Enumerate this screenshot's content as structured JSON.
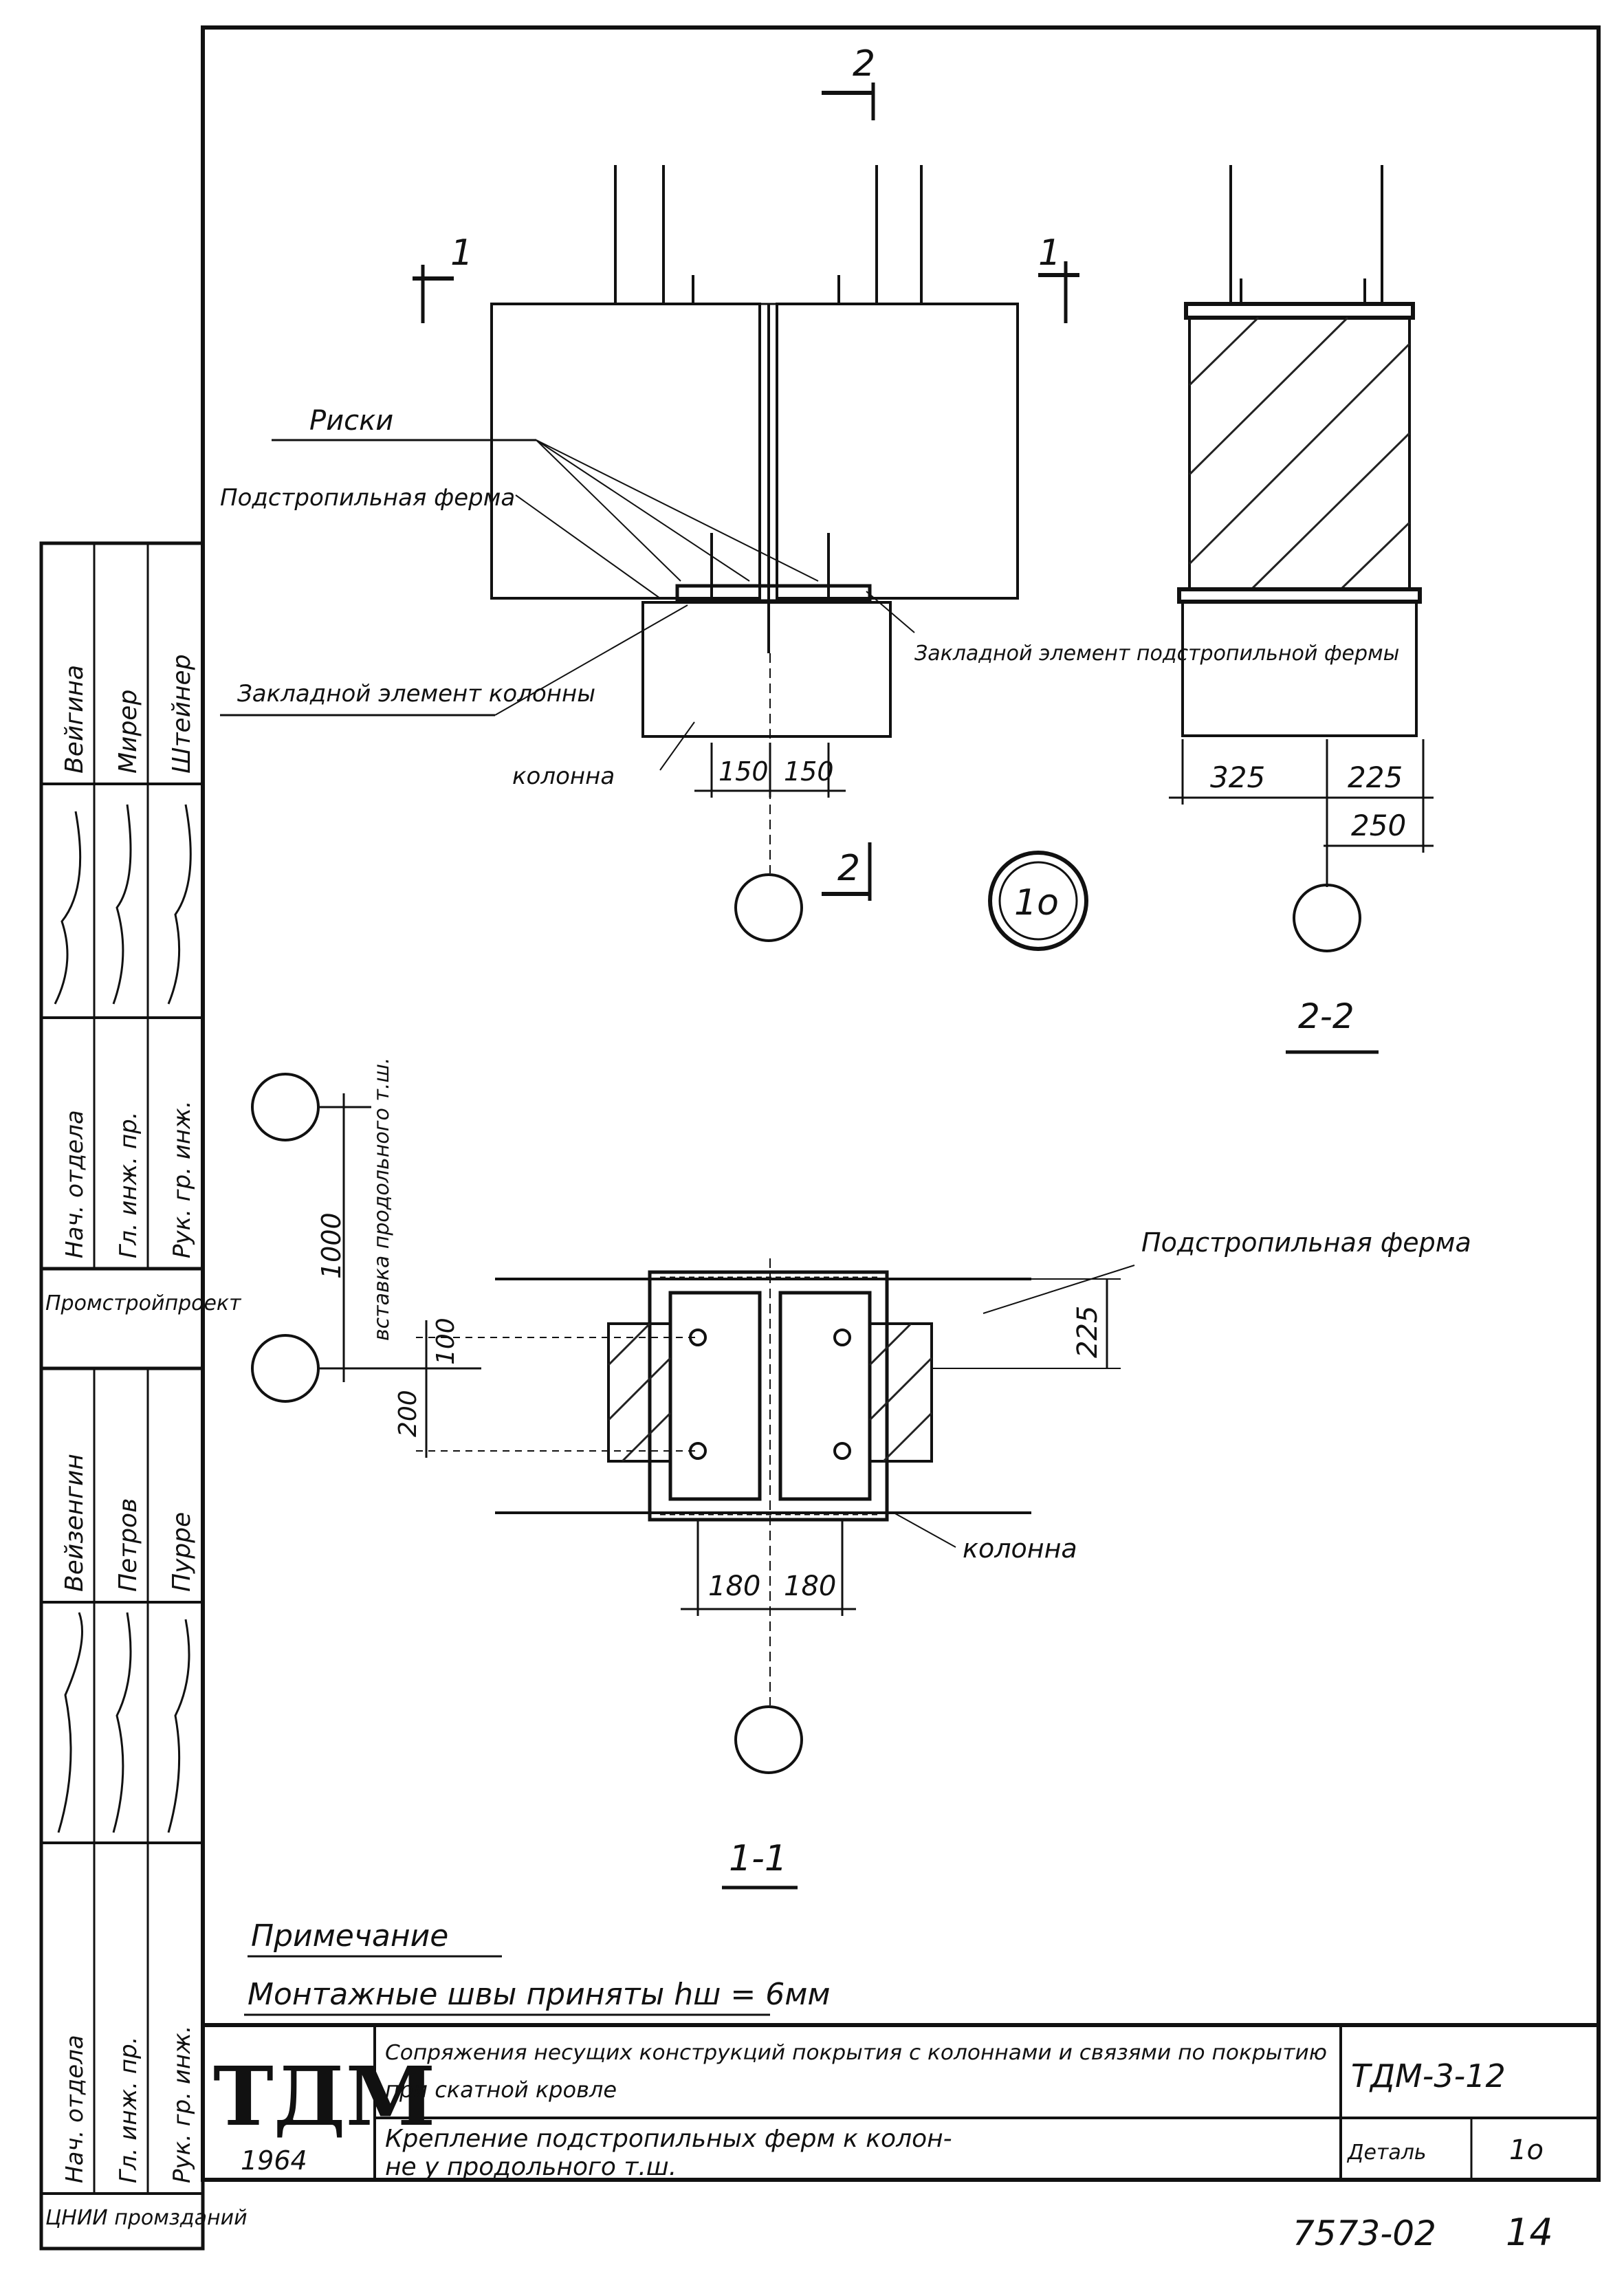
{
  "drawing": {
    "section_marks": {
      "cut2_top": "2",
      "cut1_left": "1",
      "cut1_right": "1",
      "cut2_bottom": "2"
    },
    "plan_view": {
      "label_marks": "Риски",
      "label_truss": "Подстропильная ферма",
      "label_embed_truss": "Закладной элемент подстропильной фермы",
      "label_embed_column": "Закладной элемент колонны",
      "label_column": "колонна",
      "dim_left": "150",
      "dim_right": "150"
    },
    "section_2_2": {
      "dim_a": "325",
      "dim_b": "225",
      "dim_c": "250",
      "title": "2-2"
    },
    "detail_mark": "1о",
    "section_1_1": {
      "dim_insert": "1000",
      "label_insert": "вставка продольного т.ш.",
      "dim_100": "100",
      "dim_200": "200",
      "dim_225": "225",
      "label_truss": "Подстропильная ферма",
      "label_column": "колонна",
      "dim_left": "180",
      "dim_right": "180",
      "title": "1-1"
    },
    "note": {
      "heading": "Примечание",
      "text": "Монтажные швы приняты hш = 6мм"
    }
  },
  "side_stamp": {
    "top_block": {
      "names": [
        "Вейгина",
        "Мирер",
        "Штейнер"
      ],
      "roles": [
        "Нач. отдела",
        "Гл. инж. пр.",
        "Рук. гр. инж."
      ]
    },
    "org_mid": "Промстройпроект",
    "bottom_block": {
      "names": [
        "Вейзенгин",
        "Петров",
        "Пурре"
      ],
      "roles": [
        "Нач. отдела",
        "Гл. инж. пр.",
        "Рук. гр. инж."
      ]
    },
    "org_bottom": "ЦНИИ промзданий"
  },
  "title_block": {
    "logo": "ТДМ",
    "year": "1964",
    "title_line1": "Сопряжения несущих конструкций покрытия с колоннами и связями по покрытию",
    "title_line2": "при скатной кровле",
    "subtitle_line1": "Крепление подстропильных ферм к колон-",
    "subtitle_line2": "не у продольного т.ш.",
    "doc_code": "ТДМ-3-12",
    "detail_label": "Деталь",
    "detail_value": "1о"
  },
  "sheet_footer": {
    "archive_no": "7573-02",
    "sheet_no": "14"
  }
}
